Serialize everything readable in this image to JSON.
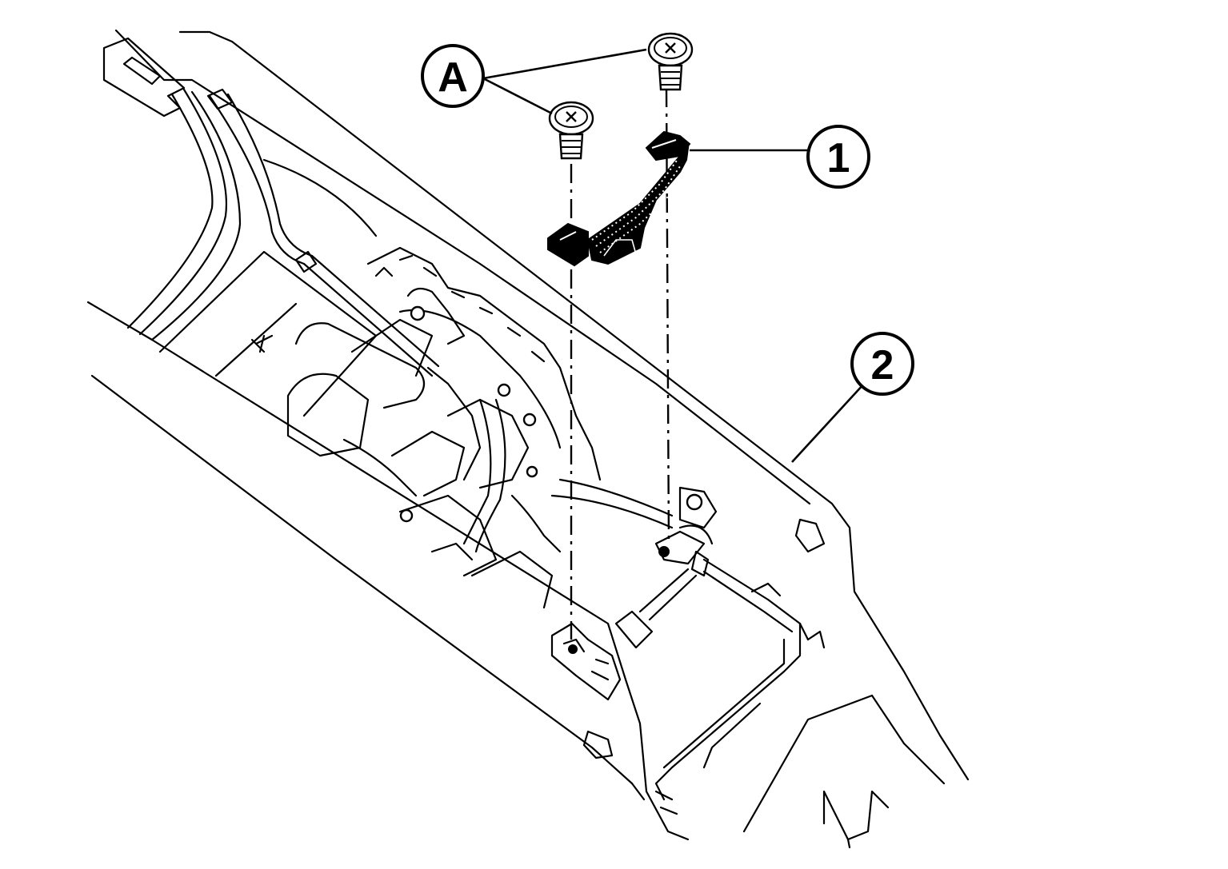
{
  "callouts": {
    "screw": {
      "label": "A"
    },
    "connector": {
      "label": "1"
    },
    "panel": {
      "label": "2"
    }
  },
  "colors": {
    "line": "#000000",
    "background": "#ffffff"
  }
}
